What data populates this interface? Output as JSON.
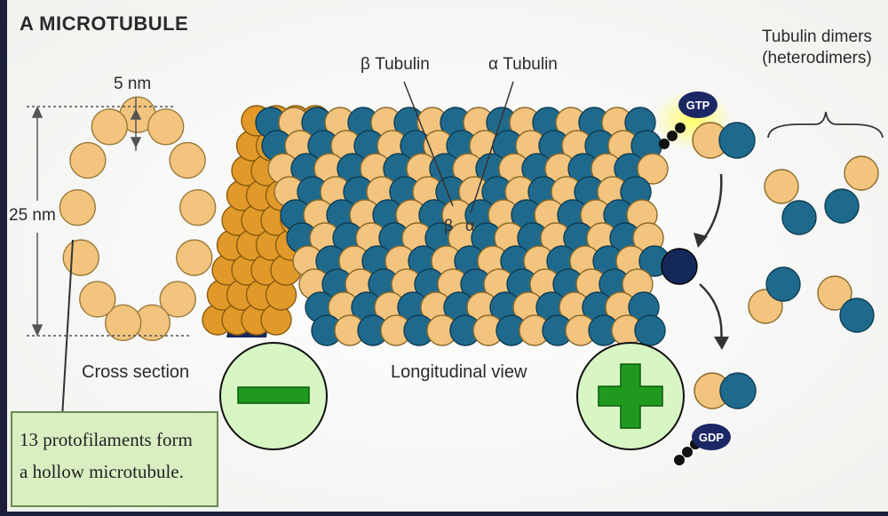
{
  "panel_title": "A   MICROTUBULE",
  "labels": {
    "five_nm": "5 nm",
    "twentyfive_nm": "25 nm",
    "cross_section": "Cross section",
    "longitudinal_view": "Longitudinal view",
    "beta_tubulin": "β Tubulin",
    "alpha_tubulin": "α Tubulin",
    "beta_symbol": "β",
    "alpha_symbol": "α",
    "dimers_line1": "Tubulin dimers",
    "dimers_line2": "(heterodimers)",
    "gtp": "GTP",
    "gdp": "GDP"
  },
  "callout": {
    "line1": "13 protofilaments form",
    "line2": "a hollow microtubule."
  },
  "colors": {
    "alpha_tubulin": "#f3c47e",
    "beta_tubulin": "#1f6a8c",
    "dark_strand": "#14295a",
    "orange_strand": "#e19a2a",
    "end_marker_fill": "#d8f5c4",
    "end_marker_symbol": "#1f9a1f"
  },
  "ends": {
    "minus": "minus-end-marker",
    "plus": "plus-end-marker"
  }
}
